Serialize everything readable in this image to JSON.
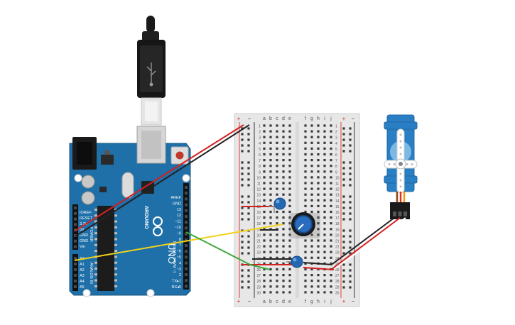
{
  "arduino": {
    "logo_text": "ARDUINO",
    "model_label": "UNO",
    "power_label": "POWER",
    "analog_label": "ANALOG IN",
    "digital_label": "DIGITAL (PWM ~)",
    "pins_top": [
      "AREF",
      "GND",
      "13",
      "12",
      "~11",
      "~10",
      "~9",
      "8",
      "7",
      "~6",
      "~5",
      "4",
      "~3",
      "2",
      "TX▸1",
      "RX◂0"
    ],
    "pins_power": [
      "IOREF",
      "RESET",
      "3.3V",
      "5V",
      "GND",
      "GND",
      "Vin"
    ],
    "pins_analog": [
      "A0",
      "A1",
      "A2",
      "A3",
      "A4",
      "A5"
    ],
    "board_color": "#1f6fa8"
  },
  "breadboard": {
    "column_letters_left": [
      "a",
      "b",
      "c",
      "d",
      "e"
    ],
    "column_letters_right": [
      "f",
      "g",
      "h",
      "i",
      "j"
    ],
    "rail_plus": "+",
    "rail_minus": "−",
    "row_count": 30
  },
  "components": {
    "potentiometer": "potentiometer",
    "capacitors": [
      "capacitor-1",
      "capacitor-2"
    ],
    "servo": "micro-servo"
  },
  "wire_colors": {
    "power": "#d42020",
    "ground": "#222222",
    "signal_yellow": "#f2d21b",
    "signal_green": "#3aa83a"
  }
}
